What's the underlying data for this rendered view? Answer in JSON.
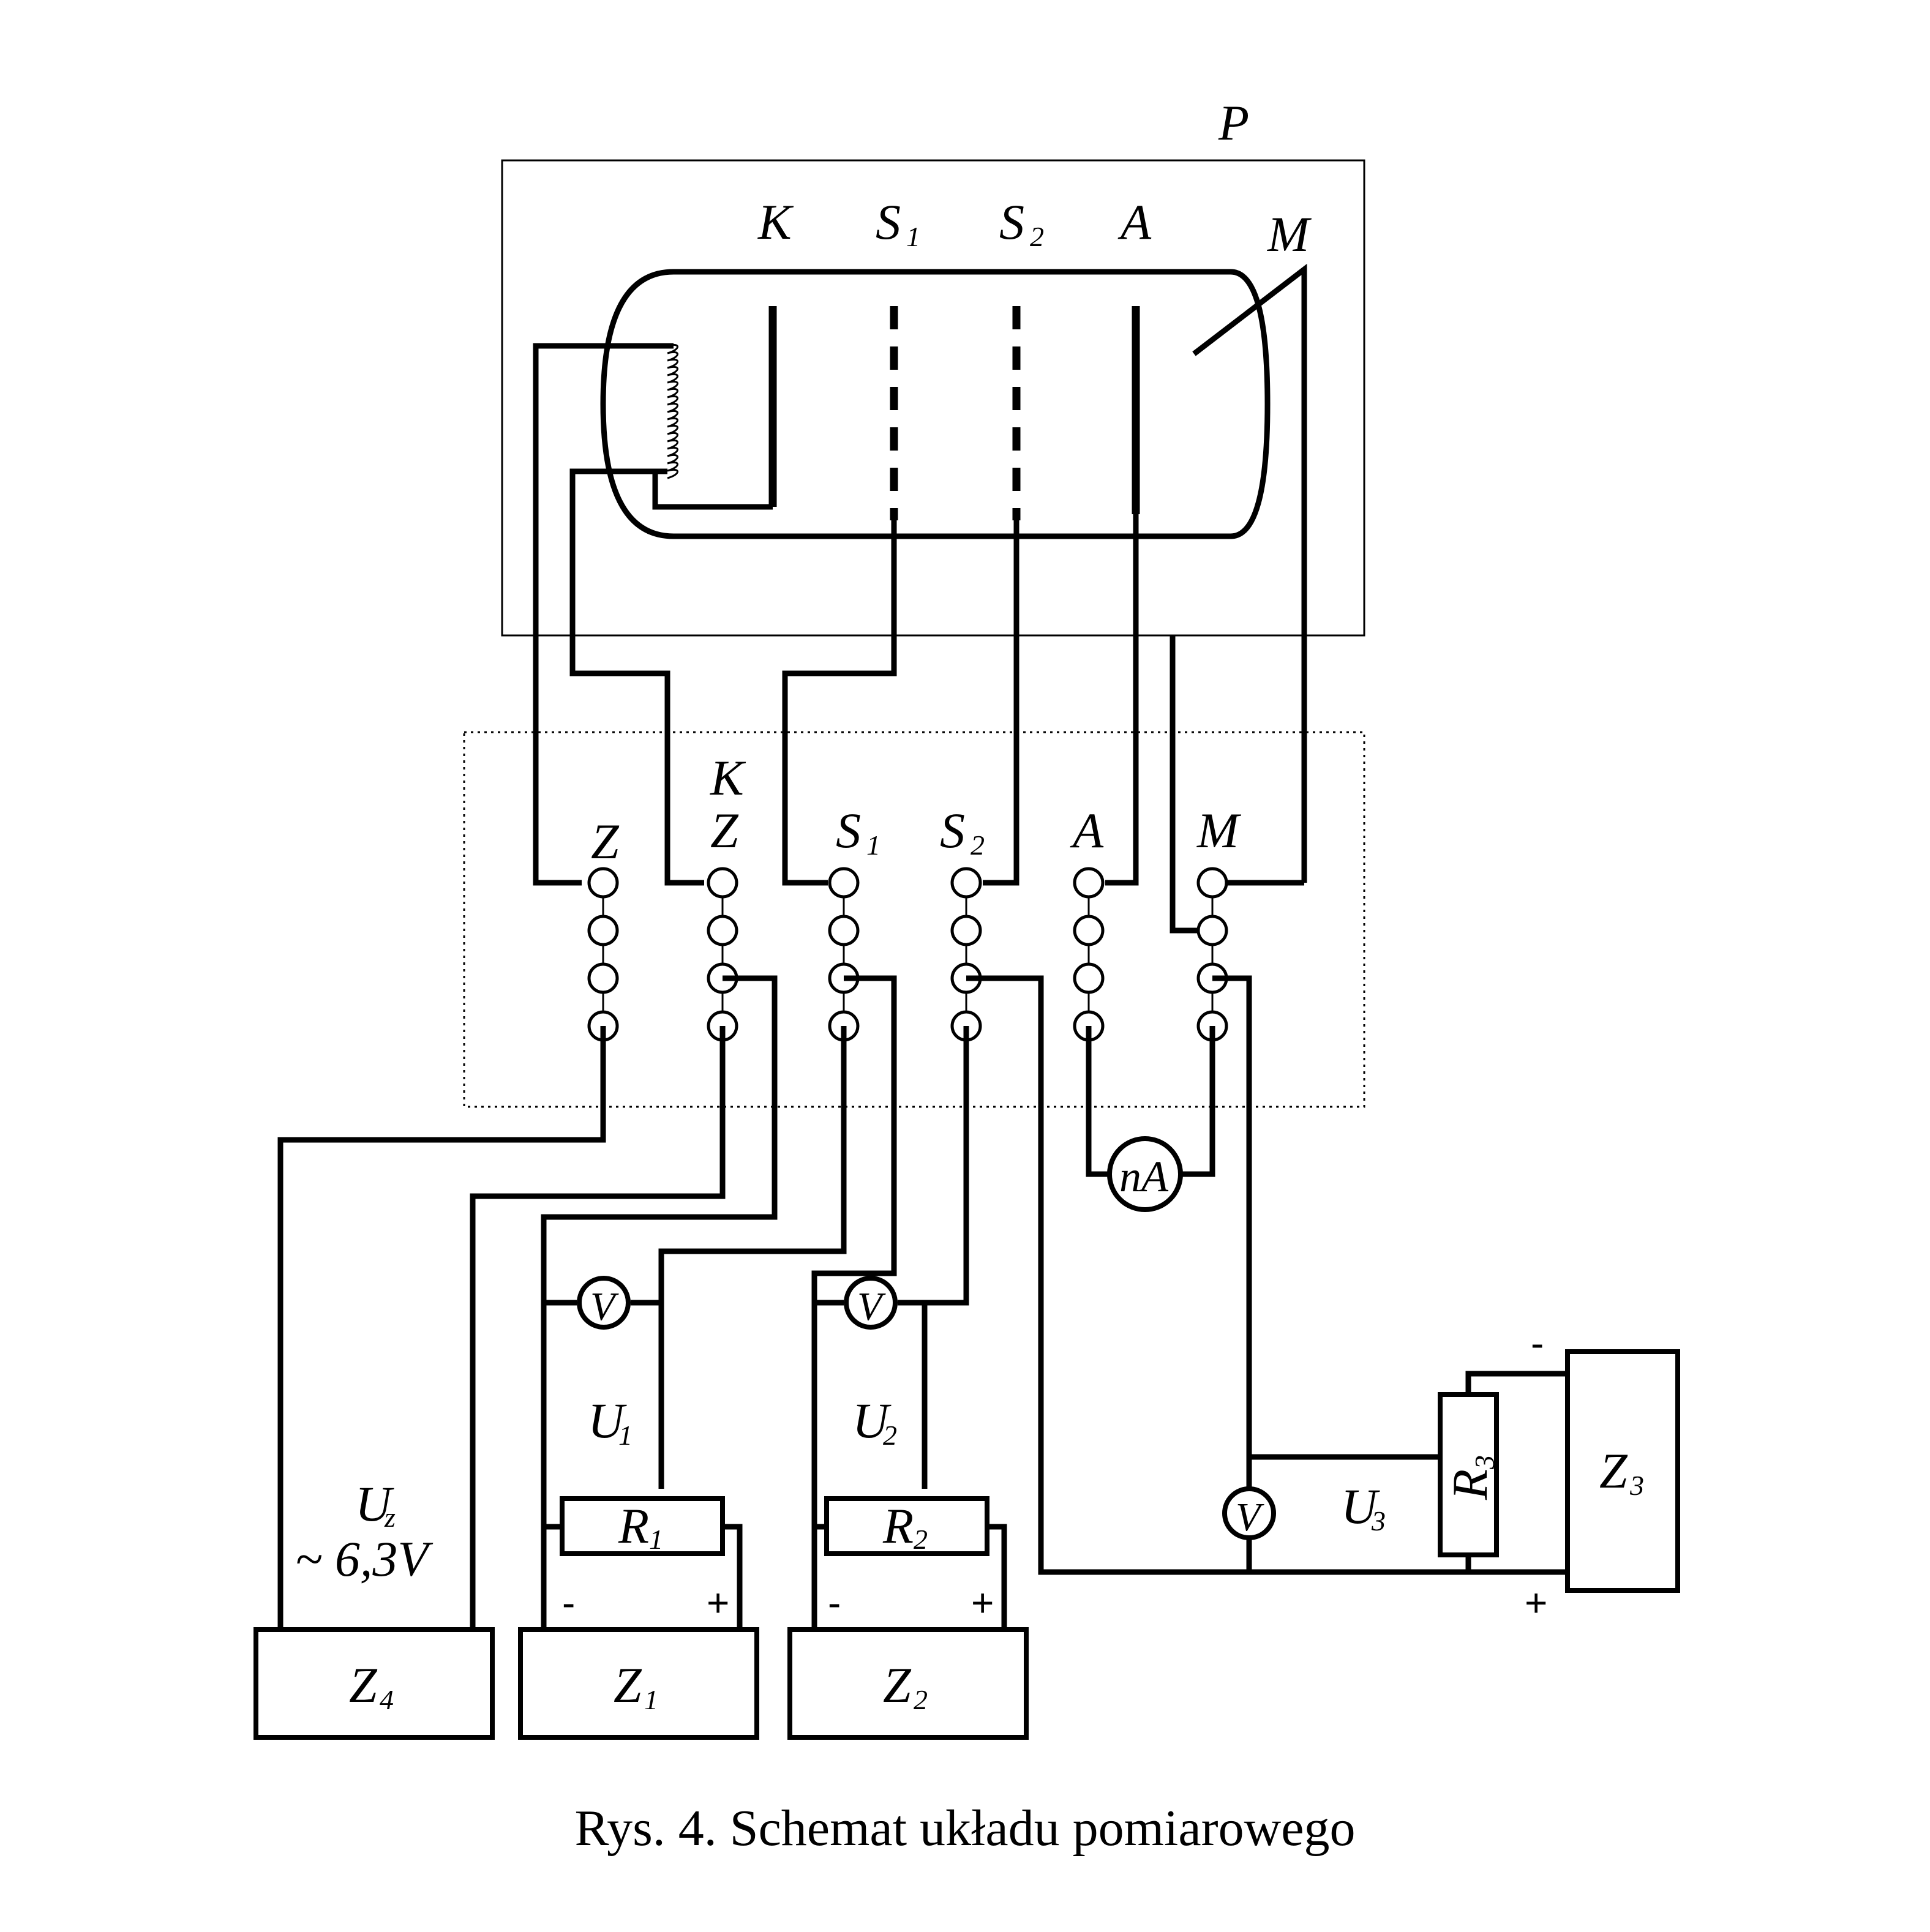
{
  "frame_label": "P",
  "tube_labels": {
    "K": "K",
    "S1": "S",
    "S1_sub": "1",
    "S2": "S",
    "S2_sub": "2",
    "A": "A",
    "M": "M"
  },
  "terminal_labels": {
    "Z": "Z",
    "KZ_top": "K",
    "KZ_bottom": "Z",
    "S1": "S",
    "S1_sub": "1",
    "S2": "S",
    "S2_sub": "2",
    "A": "A",
    "M": "M"
  },
  "meters": {
    "nA": "nA",
    "V": "V"
  },
  "voltages": {
    "Uz": "U",
    "Uz_sub": "z",
    "Uz_value": "~ 6,3V",
    "U1": "U",
    "U1_sub": "1",
    "U2": "U",
    "U2_sub": "2",
    "U3": "U",
    "U3_sub": "3"
  },
  "resistors": {
    "R1": "R",
    "R1_sub": "1",
    "R2": "R",
    "R2_sub": "2",
    "R3": "R",
    "R3_sub": "3"
  },
  "supplies": {
    "Z4": "Z",
    "Z4_sub": "4",
    "Z1": "Z",
    "Z1_sub": "1",
    "Z2": "Z",
    "Z2_sub": "2",
    "Z3": "Z",
    "Z3_sub": "3"
  },
  "polarity": {
    "minus": "-",
    "plus": "+"
  },
  "caption": "Rys. 4.  Schemat układu pomiarowego"
}
